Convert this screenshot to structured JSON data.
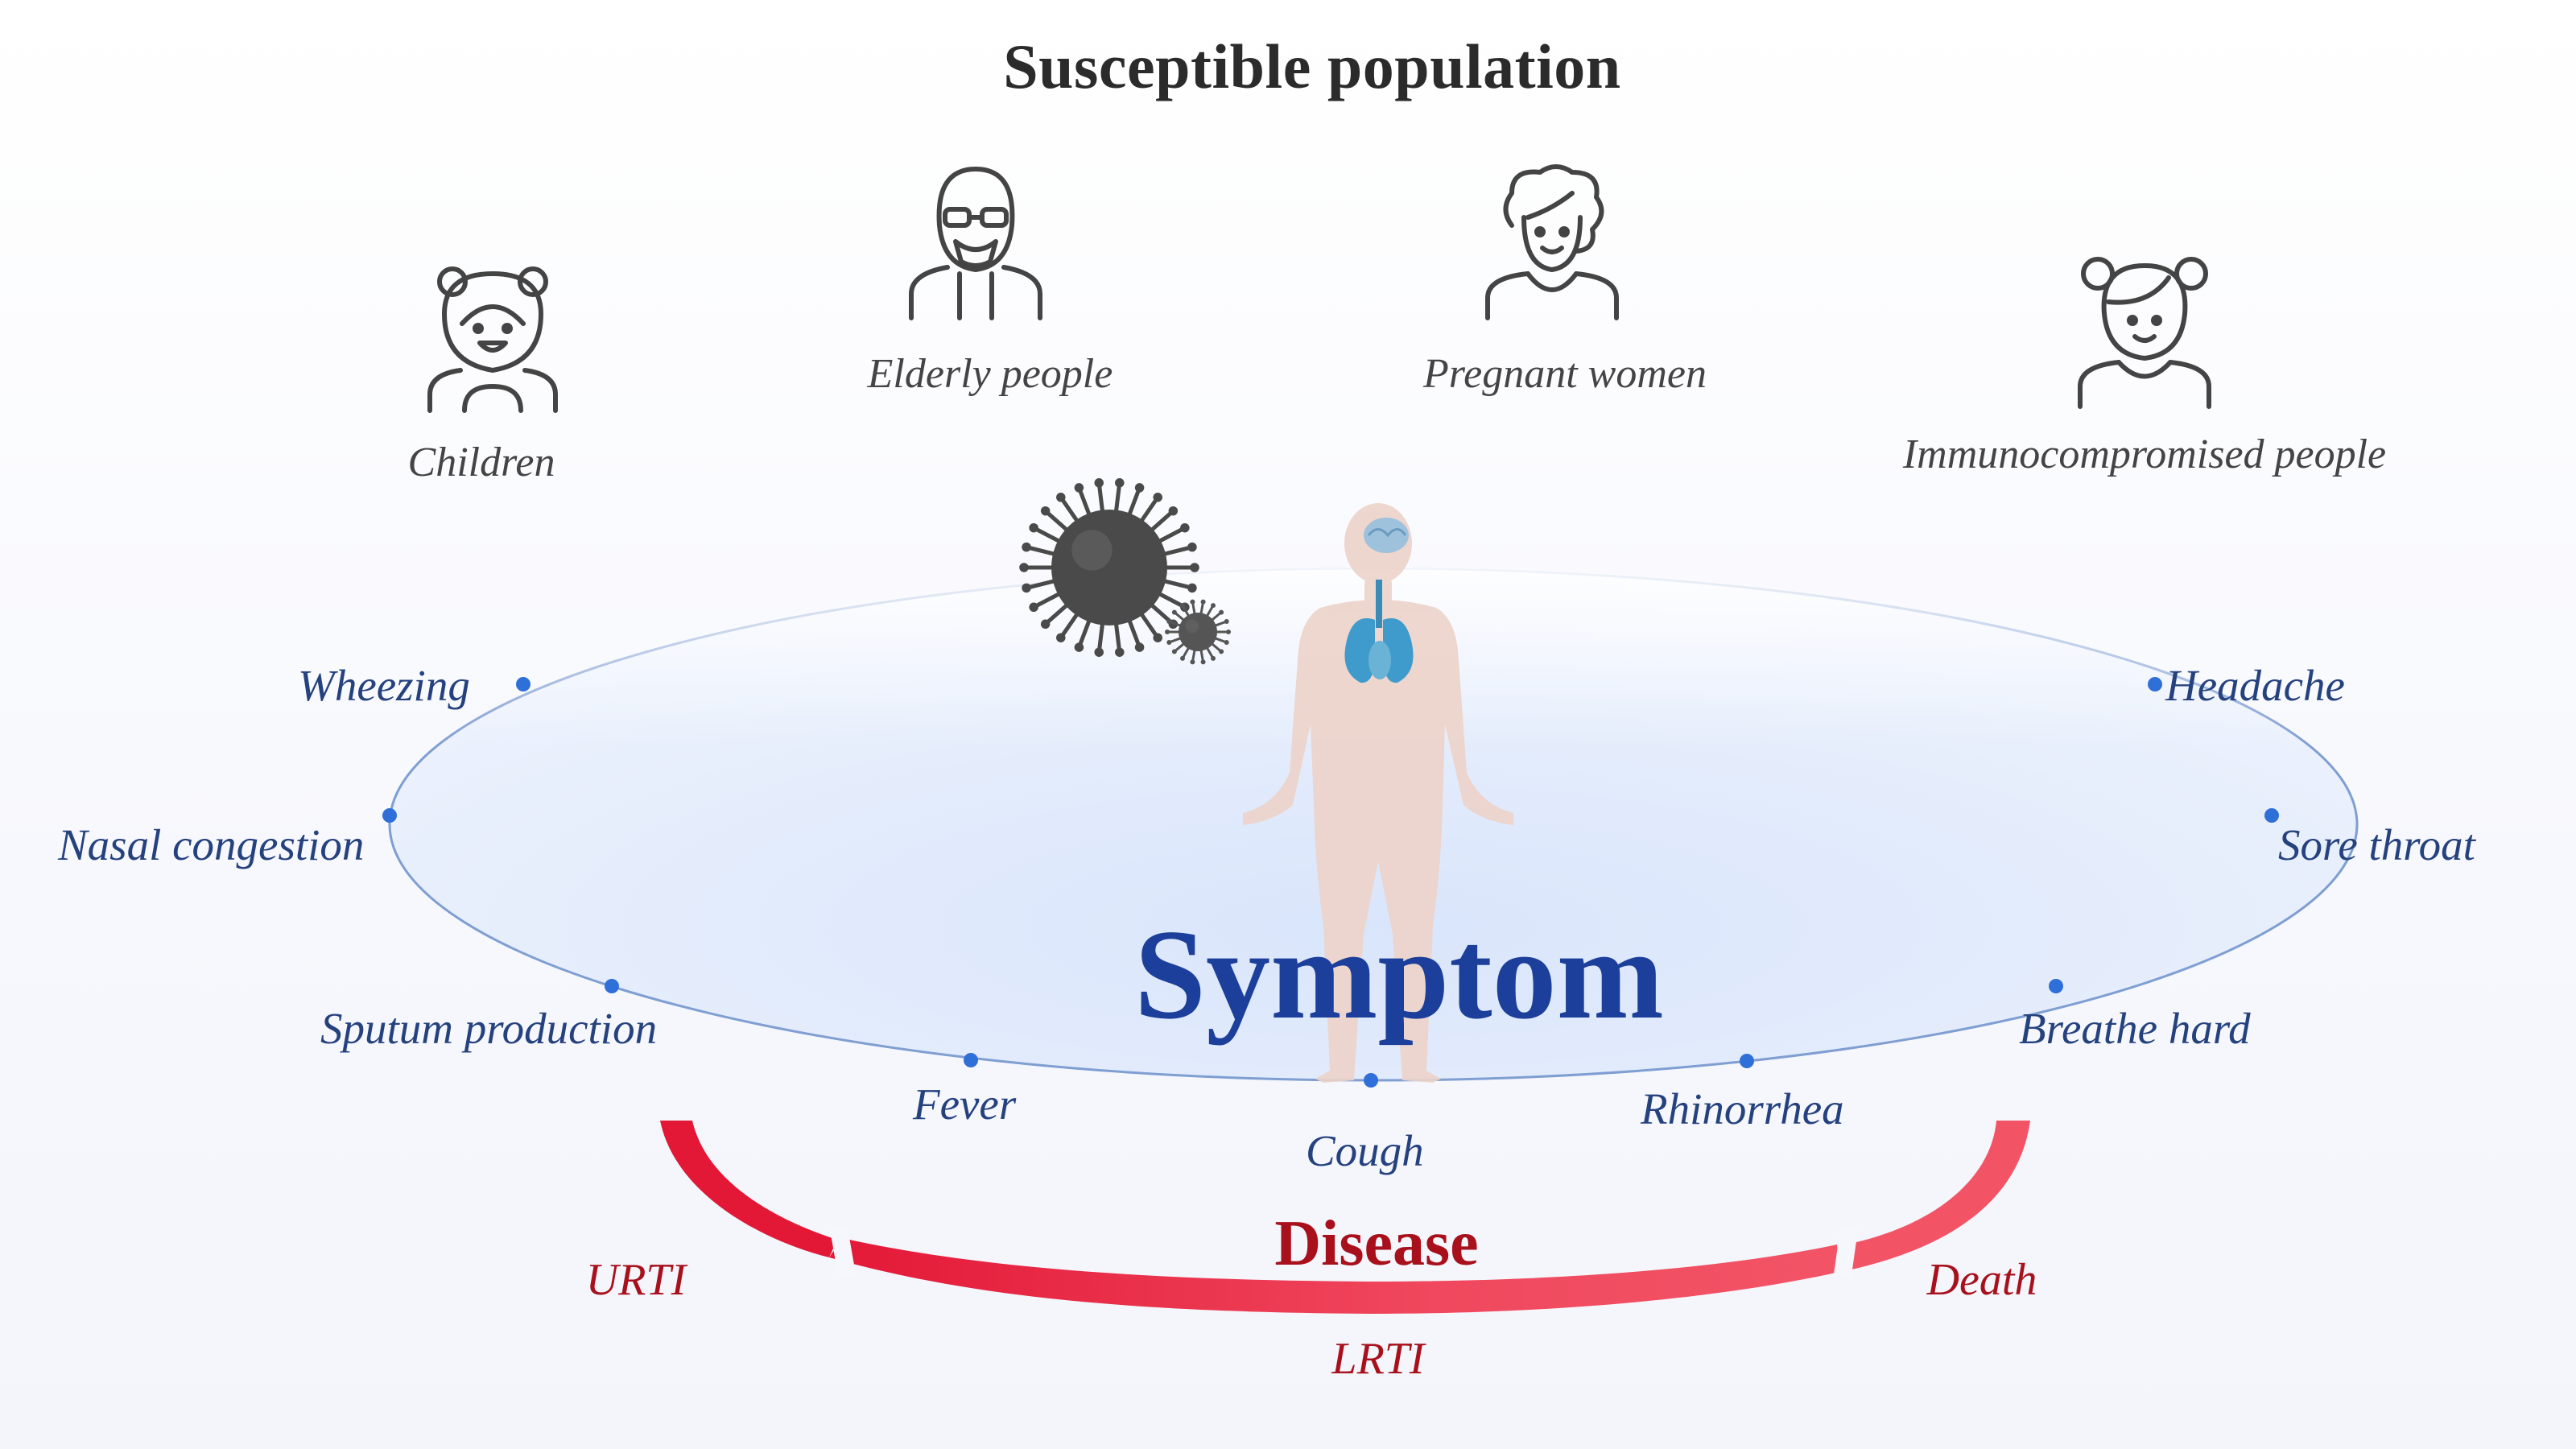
{
  "title": "Susceptible population",
  "populations": [
    {
      "label": "Children",
      "icon": "child-icon"
    },
    {
      "label": "Elderly people",
      "icon": "elderly-person-icon"
    },
    {
      "label": "Pregnant women",
      "icon": "pregnant-woman-icon"
    },
    {
      "label": "Immunocompromised people",
      "icon": "immunocompromised-person-icon"
    }
  ],
  "symptom_center": "Symptom",
  "symptoms": {
    "wheezing": "Wheezing",
    "nasal_congestion": "Nasal congestion",
    "sputum_production": "Sputum production",
    "fever": "Fever",
    "cough": "Cough",
    "rhinorrhea": "Rhinorrhea",
    "breathe_hard": "Breathe hard",
    "sore_throat": "Sore throat",
    "headache": "Headache"
  },
  "disease": {
    "title": "Disease",
    "stages": [
      "URTI",
      "LRTI",
      "Death"
    ]
  },
  "colors": {
    "symptom_text": "#25427f",
    "symptom_title": "#1b3f9a",
    "disease_text": "#a8101c",
    "arc_red": "#e8253e",
    "dot_blue": "#2f6fd8"
  }
}
